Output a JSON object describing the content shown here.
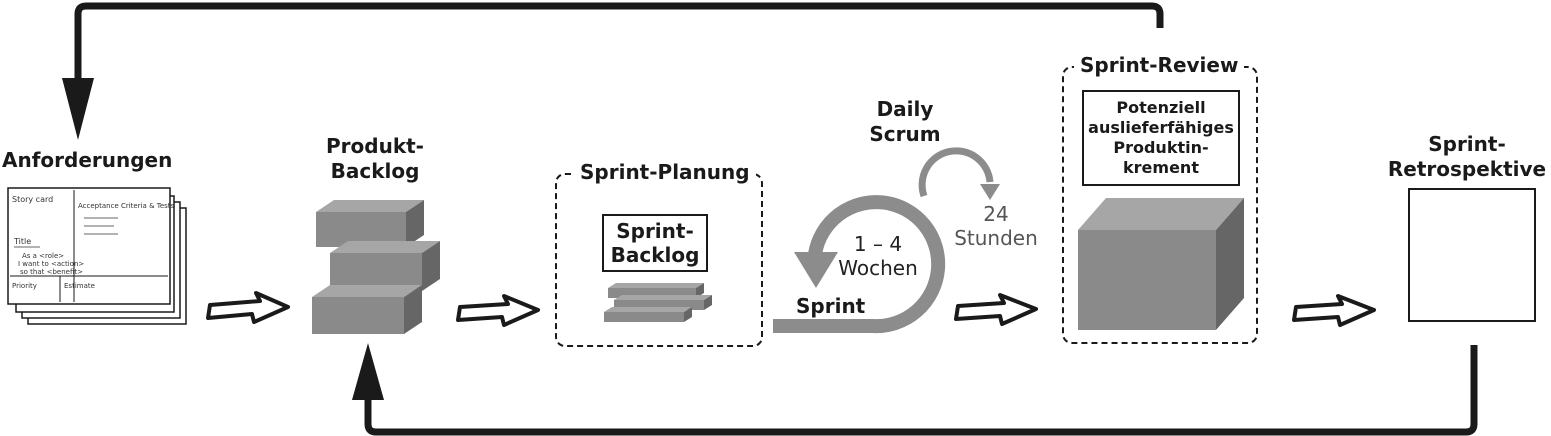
{
  "labels": {
    "anforderungen": "Anforderungen",
    "produkt_backlog": [
      "Produkt-",
      "Backlog"
    ],
    "sprint_planung": "Sprint-Planung",
    "sprint_backlog": [
      "Sprint-",
      "Backlog"
    ],
    "daily_scrum": [
      "Daily",
      "Scrum"
    ],
    "duration_weeks": [
      "1 – 4",
      "Wochen"
    ],
    "duration_hours": [
      "24",
      "Stunden"
    ],
    "sprint": "Sprint",
    "sprint_review": "Sprint-Review",
    "increment": [
      "Potenziell",
      "auslieferfähiges",
      "Produktin-",
      "krement"
    ],
    "sprint_retro": [
      "Sprint-",
      "Retrospektive"
    ]
  },
  "sketch_text": {
    "story": "Story card",
    "acceptance": "Acceptance Criteria & Tests",
    "title": "Title",
    "story_line1": "As a <role>",
    "story_line2": "I want to <action>",
    "story_line3": "so that <benefit>",
    "footer_left": "Priority",
    "footer_right": "Estimate"
  },
  "colors": {
    "stroke": "#1a1a1a",
    "block_front": "#8a8a8a",
    "block_top": "#a6a6a6",
    "block_side": "#666666",
    "loop": "#8c8c8c",
    "person_light": "#a5a5a5",
    "person_dark": "#5a5a5a",
    "person_mid": "#7f7f7f"
  }
}
